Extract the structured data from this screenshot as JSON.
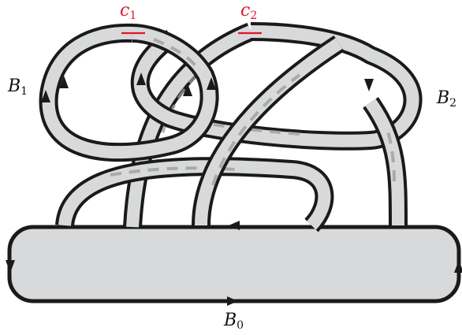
{
  "labels": {
    "b0": "B",
    "b0_sub": "0",
    "b1": "B",
    "b1_sub": "1",
    "b2": "B",
    "b2_sub": "2",
    "c1": "c",
    "c1_sub": "1",
    "c2": "c",
    "c2_sub": "2"
  },
  "colors": {
    "band_fill": "#d8d9da",
    "band_outline": "#1a1a1a",
    "cut_marker": "#e0162b",
    "hidden_segment": "#9a9a9a"
  }
}
